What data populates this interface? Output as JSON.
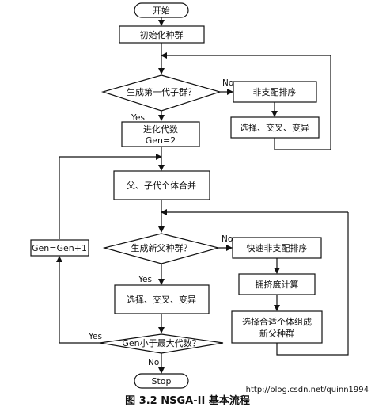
{
  "nodes": {
    "start": "开始",
    "init": "初始化种群",
    "first_gen_q": "生成第一代子群？",
    "nondom_sort": "非支配排序",
    "sel_cross_mut_1": "选择、交叉、变异",
    "evolve_gen_l1": "进化代数",
    "evolve_gen_l2": "Gen=2",
    "merge": "父、子代个体合并",
    "gen_inc": "Gen=Gen+1",
    "new_parent_q": "生成新父种群？",
    "fast_nondom": "快速非支配排序",
    "crowding": "拥挤度计算",
    "select_l1": "选择合适个体组成",
    "select_l2": "新父种群",
    "sel_cross_mut_2": "选择、交叉、变异",
    "max_gen_q": "Gen小于最大代数？",
    "stop": "Stop"
  },
  "edges": {
    "no_1": "No",
    "yes_1": "Yes",
    "no_2": "No",
    "yes_2": "Yes",
    "yes_3": "Yes",
    "no_3": "No"
  },
  "caption": "图 3.2 NSGA-II 基本流程",
  "watermark": "http://blog.csdn.net/quinn1994"
}
